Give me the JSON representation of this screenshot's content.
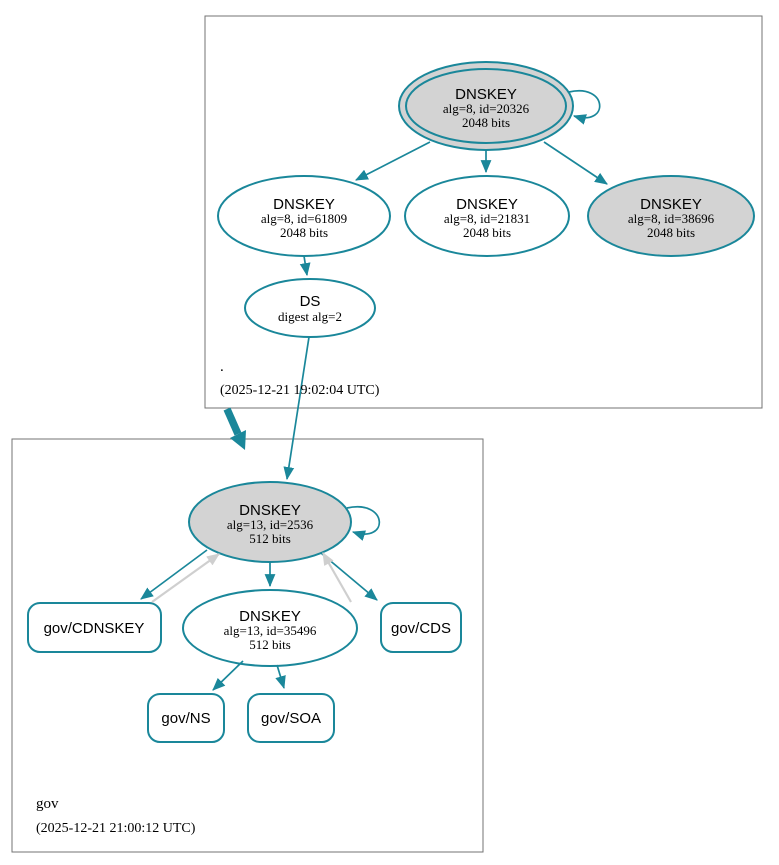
{
  "colors": {
    "secure_teal": "#1a879a",
    "node_fill_gray": "#d3d3d3",
    "insecure_edge_gray": "#cfcfcf",
    "zone_box_border": "#737373"
  },
  "zones": {
    "root": {
      "name": ".",
      "timestamp": "(2025-12-21 19:02:04 UTC)",
      "ksk": {
        "title": "DNSKEY",
        "detail1": "alg=8, id=20326",
        "detail2": "2048 bits"
      },
      "zsk61809": {
        "title": "DNSKEY",
        "detail1": "alg=8, id=61809",
        "detail2": "2048 bits"
      },
      "zsk21831": {
        "title": "DNSKEY",
        "detail1": "alg=8, id=21831",
        "detail2": "2048 bits"
      },
      "zsk38696": {
        "title": "DNSKEY",
        "detail1": "alg=8, id=38696",
        "detail2": "2048 bits"
      },
      "ds": {
        "title": "DS",
        "detail1": "digest alg=2"
      }
    },
    "gov": {
      "name": "gov",
      "timestamp": "(2025-12-21 21:00:12 UTC)",
      "ksk": {
        "title": "DNSKEY",
        "detail1": "alg=13, id=2536",
        "detail2": "512 bits"
      },
      "zsk": {
        "title": "DNSKEY",
        "detail1": "alg=13, id=35496",
        "detail2": "512 bits"
      },
      "cdnskey": {
        "label": "gov/CDNSKEY"
      },
      "cds": {
        "label": "gov/CDS"
      },
      "ns": {
        "label": "gov/NS"
      },
      "soa": {
        "label": "gov/SOA"
      }
    }
  }
}
